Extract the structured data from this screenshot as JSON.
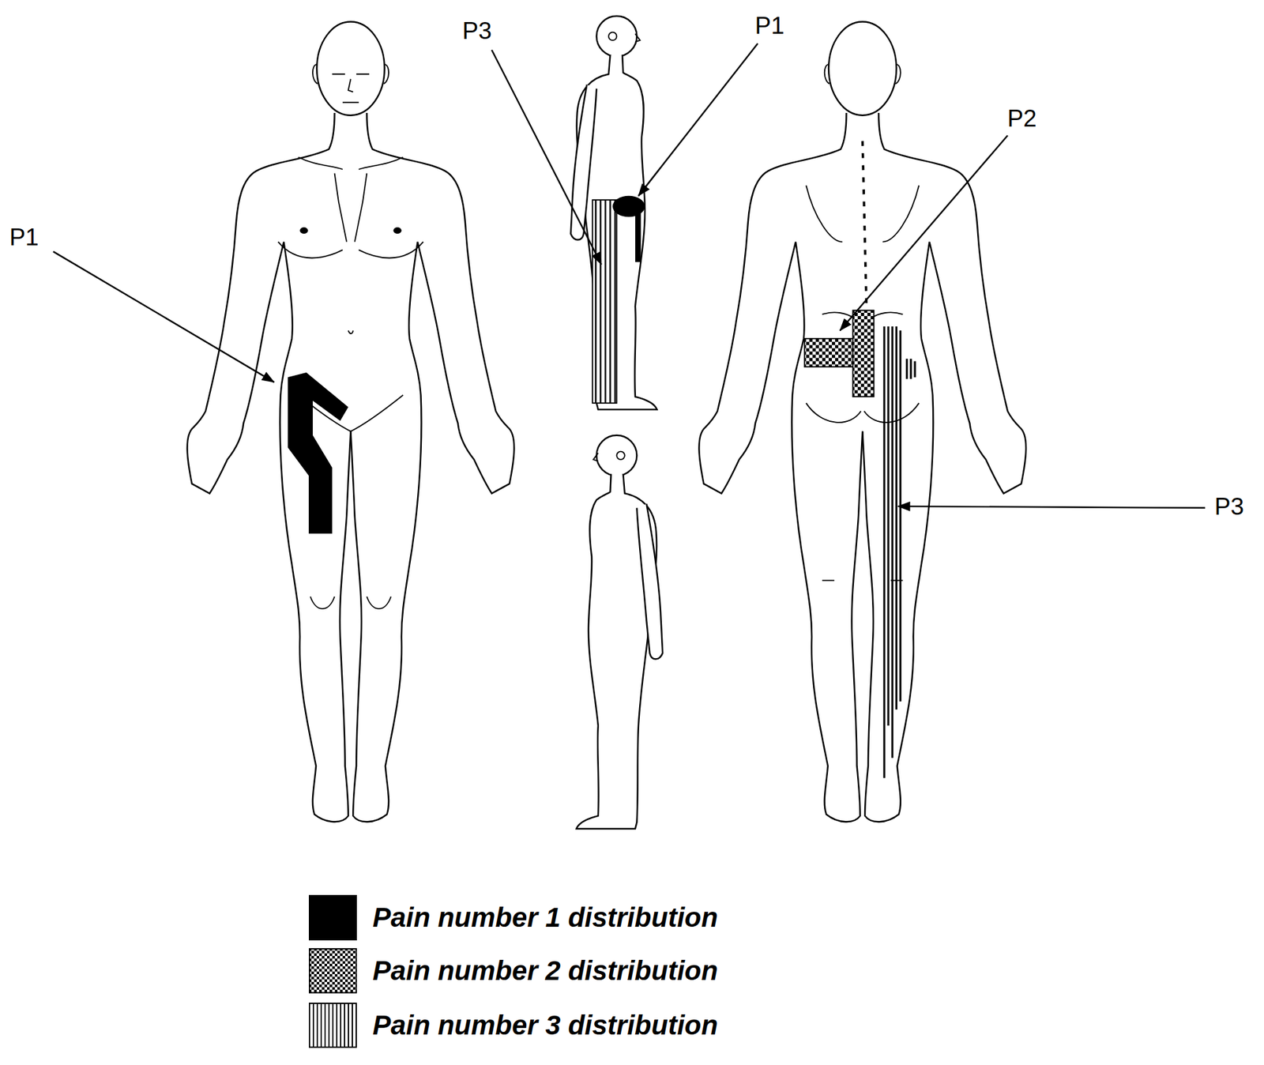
{
  "diagram": {
    "labels": [
      "P1",
      "P3",
      "P2",
      "P1",
      "P3"
    ],
    "legend": [
      {
        "text": "Pain number 1 distribution",
        "color": "#000000"
      },
      {
        "text": "Pain number 2 distribution"
      },
      {
        "text": "Pain number 3 distribution"
      }
    ]
  }
}
